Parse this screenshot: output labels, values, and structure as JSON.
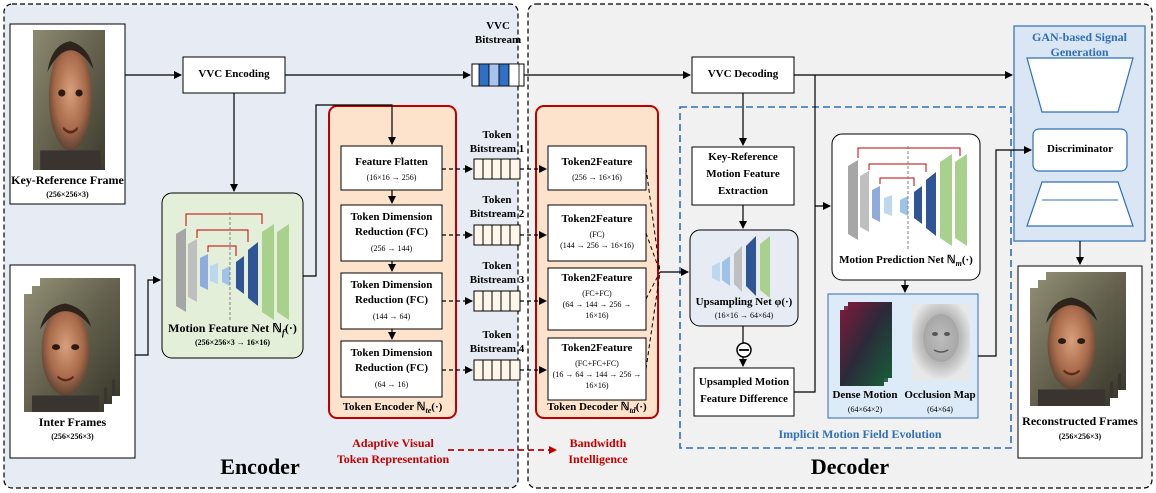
{
  "encoder_title": "Encoder",
  "decoder_title": "Decoder",
  "key_frame": {
    "label": "Key-Reference Frame",
    "dims": "(256×256×3)"
  },
  "inter_frames": {
    "label": "Inter Frames",
    "dims": "(256×256×3)"
  },
  "vvc_encoding": "VVC Encoding",
  "vvc_decoding": "VVC Decoding",
  "vvc_bitstream": [
    "VVC",
    "Bitstream"
  ],
  "motion_feature_net": {
    "label": "Motion Feature Net ℕ",
    "sub": "f",
    "suffix": "(·)",
    "dims": "(256×256×3 → 16×16)"
  },
  "token_encoder": {
    "title": "Token Encoder ℕ",
    "sub": "te",
    "suffix": "(·)",
    "blocks": [
      {
        "lines": [
          "Feature Flatten"
        ],
        "detail": "(16×16 → 256)"
      },
      {
        "lines": [
          "Token Dimension",
          "Reduction (FC)"
        ],
        "detail": "(256 → 144)"
      },
      {
        "lines": [
          "Token Dimension",
          "Reduction (FC)"
        ],
        "detail": "(144 → 64)"
      },
      {
        "lines": [
          "Token Dimension",
          "Reduction (FC)"
        ],
        "detail": "(64 → 16)"
      }
    ]
  },
  "token_bitstreams": [
    [
      "Token",
      "Bitstream 1"
    ],
    [
      "Token",
      "Bitstream 2"
    ],
    [
      "Token",
      "Bitstream 3"
    ],
    [
      "Token",
      "Bitstream 4"
    ]
  ],
  "token_decoder": {
    "title": "Token Decoder ℕ",
    "sub": "td",
    "suffix": "(·)",
    "blocks": [
      {
        "title": "Token2Feature",
        "details": [
          "(256 → 16×16)"
        ]
      },
      {
        "title": "Token2Feature",
        "details": [
          "(FC)",
          "(144 → 256 → 16×16)"
        ]
      },
      {
        "title": "Token2Feature",
        "details": [
          "(FC+FC)",
          "(64 → 144 → 256 →",
          "16×16)"
        ]
      },
      {
        "title": "Token2Feature",
        "details": [
          "(FC+FC+FC)",
          "(16 → 64 → 144 → 256 →",
          "16×16)"
        ]
      }
    ]
  },
  "adaptive_label": [
    "Adaptive Visual",
    "Token Representation"
  ],
  "bandwidth_label": [
    "Bandwidth",
    "Intelligence"
  ],
  "key_ref_extraction": [
    "Key-Reference",
    "Motion Feature",
    "Extraction"
  ],
  "upsampling_net": {
    "label": "Upsampling Net φ(·)",
    "dims": "(16×16 → 64×64)"
  },
  "upsampled_diff": [
    "Upsampled Motion",
    "Feature Difference"
  ],
  "implicit_label": "Implicit Motion Field Evolution",
  "motion_prediction_net": {
    "label": "Motion Prediction Net ℕ",
    "sub": "m",
    "suffix": "(·)"
  },
  "dense_motion": {
    "label": "Dense Motion",
    "dims": "(64×64×2)"
  },
  "occlusion_map": {
    "label": "Occlusion Map",
    "dims": "(64×64)"
  },
  "gan_title": [
    "GAN-based Signal",
    "Generation"
  ],
  "discriminator": "Discriminator",
  "reconstructed": {
    "label": "Reconstructed Frames",
    "dims": "(256×256×3)"
  },
  "colors": {
    "encoder_bg": "#e7ecf4",
    "decoder_bg": "#f1f1f1",
    "token_bg": "#fde3cc",
    "token_border": "#c00000",
    "net_green": "#e4efd9",
    "gan_blue": "#dbe6f4",
    "accent_blue": "#2f6fb5",
    "bit_blue": "#2f6fc6"
  }
}
